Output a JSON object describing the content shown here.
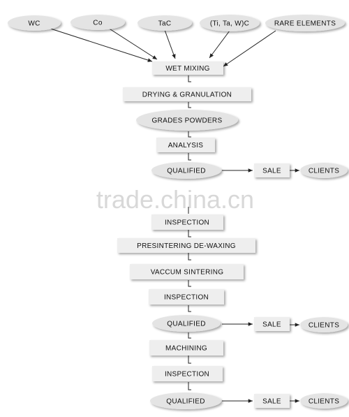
{
  "inputs": [
    "WC",
    "Co",
    "TaC",
    "(Ti, Ta, W)C",
    "RARE ELEMENTS"
  ],
  "steps": {
    "wet_mixing": "WET MIXING",
    "drying": "DRYING & GRANULATION",
    "grades_powders": "GRADES POWDERS",
    "analysis": "ANALYSIS",
    "inspection": "INSPECTION",
    "presintering": "PRESINTERING DE-WAXING",
    "vaccum_sintering": "VACCUM SINTERING",
    "machining": "MACHINING"
  },
  "outcomes": {
    "qualified": "QUALIFIED",
    "sale": "SALE",
    "clients": "CLIENTS"
  },
  "watermark": "trade.china.cn",
  "colors": {
    "box_fill": "#eeeeee",
    "ellipse_fill": "#e4e4e4",
    "line": "#222222",
    "text": "#111111"
  }
}
